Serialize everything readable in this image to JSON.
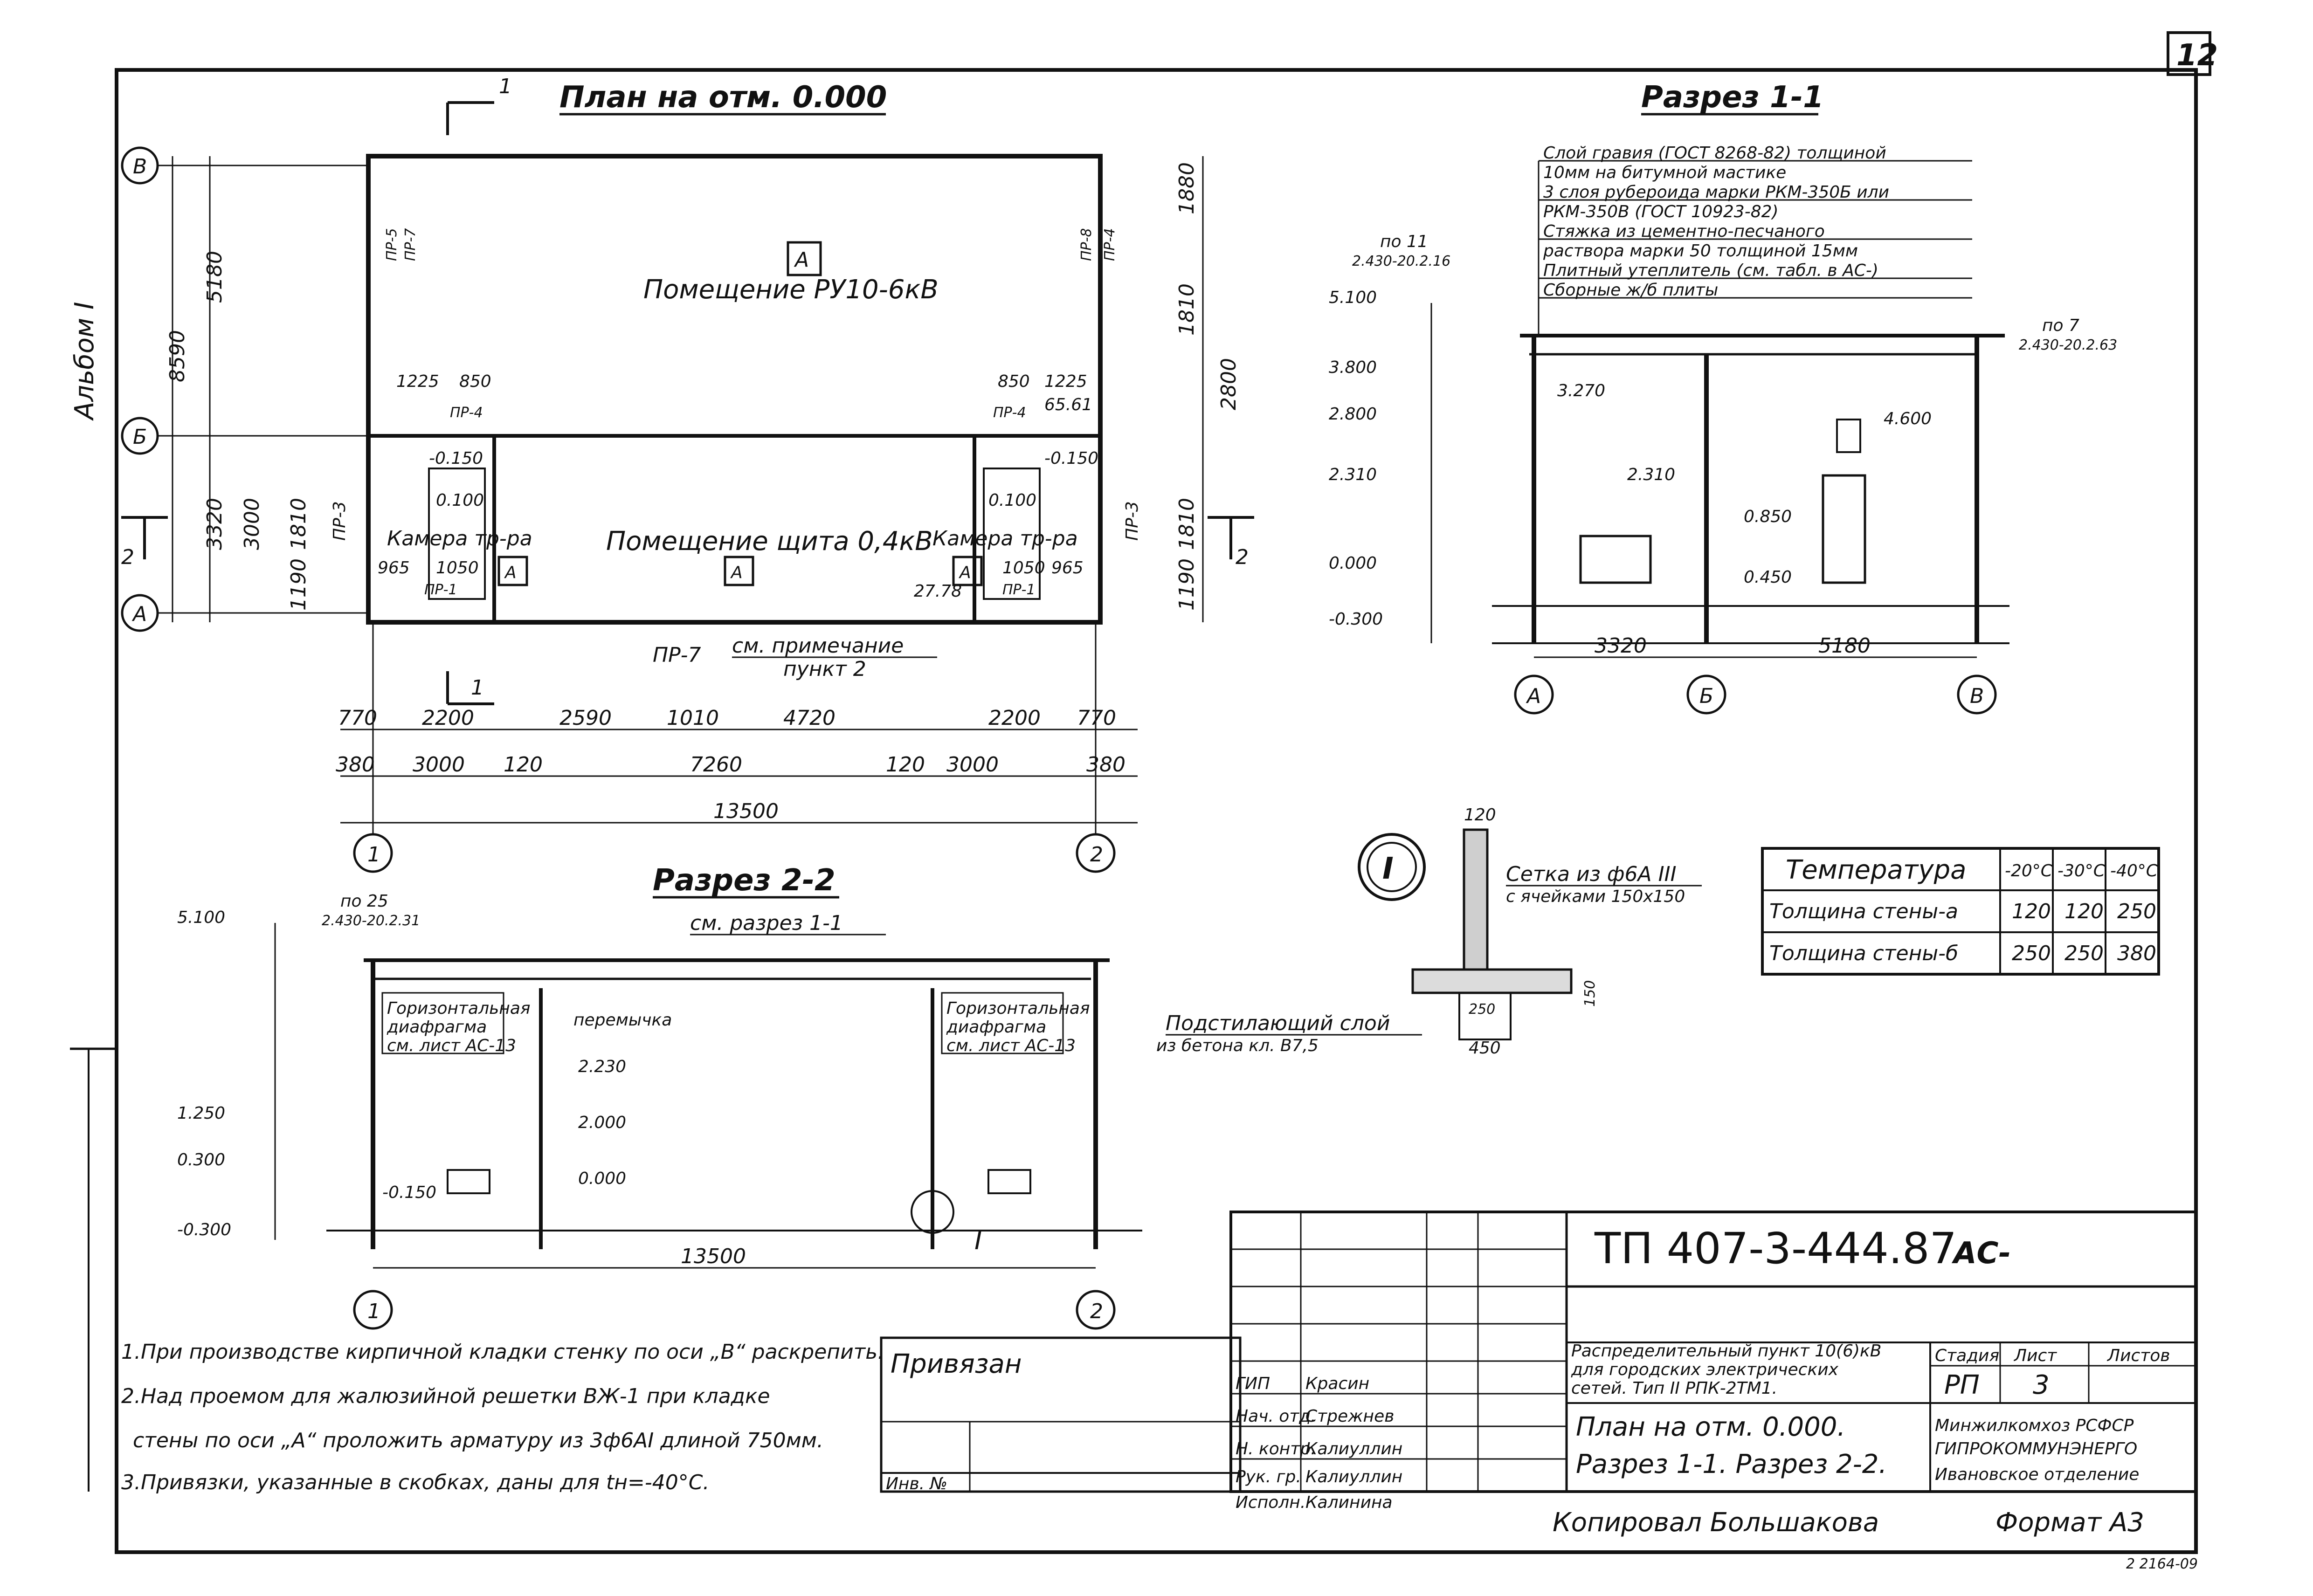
{
  "sheet": {
    "number": "12",
    "album": "Альбом I",
    "code": "ТП 407-3-444.87",
    "code_suffix": "АС-",
    "copied_by": "Копировал Большакова",
    "format": "Формат А3",
    "inv_bottom": "2 2164-09"
  },
  "plan": {
    "title": "План на отм. 0.000",
    "room_ru": "Помещение РУ10-6кВ",
    "room_board": "Помещение щита 0,4кВ",
    "cam_left": "Камера тр-ра",
    "cam_right": "Камера тр-ра",
    "box_a": "А",
    "note_pr": "ПР-7",
    "note_see": "см. примечание",
    "note_item": "пункт 2",
    "axis_b_top": "В",
    "axis_b": "Б",
    "axis_a": "А",
    "axis_1": "1",
    "axis_2": "2",
    "dims_top": [
      "770",
      "2200",
      "2590",
      "1010",
      "4720",
      "2200",
      "770"
    ],
    "dims_mid": [
      "380",
      "3000",
      "120",
      "7260",
      "120",
      "3000",
      "380"
    ],
    "dim_total": "13500",
    "dims_left": [
      "5180",
      "8590",
      "3320",
      "3000",
      "1810",
      "1190"
    ],
    "dims_right": [
      "1880",
      "1810",
      "2800",
      "1810",
      "1190"
    ],
    "marks": [
      "-0.150",
      "0.100",
      "-0.150",
      "0.100",
      "27.78",
      "65.61",
      "1225",
      "850",
      "1225",
      "850",
      "965",
      "1050",
      "1050",
      "965"
    ],
    "pr": [
      "ПР-5",
      "ПР-7",
      "ПР-8",
      "ПР-4",
      "ПР-4",
      "ПР-4",
      "ПР-3",
      "ПР-3",
      "ПР-1",
      "ПР-1"
    ],
    "section_1": "1",
    "section_2": "2"
  },
  "sec11": {
    "title": "Разрез 1-1",
    "layers": [
      "Слой гравия (ГОСТ 8268-82) толщиной",
      "10мм на битумной мастике",
      "3 слоя рубероида марки РКМ-350Б или",
      "РКМ-350В (ГОСТ 10923-82)",
      "Стяжка из цементно-песчаного",
      "раствора марки 50 толщиной 15мм",
      "Плитный утеплитель (см. табл. в АС-)",
      "Сборные ж/б плиты"
    ],
    "ref_left": "по 11",
    "ref_left_code": "2.430-20.2.16",
    "ref_right": "по 7",
    "ref_right_code": "2.430-20.2.63",
    "levels": [
      "5.100",
      "3.800",
      "2.800",
      "2.310",
      "0.000",
      "-0.300"
    ],
    "inner": [
      "3.270",
      "2.310",
      "4.600",
      "0.850",
      "0.450"
    ],
    "dims": [
      "3320",
      "5180"
    ],
    "axes": [
      "А",
      "Б",
      "В"
    ]
  },
  "sec22": {
    "title": "Разрез 2-2",
    "ref": "по 25",
    "ref_code": "2.430-20.2.31",
    "see": "см. разрез 1-1",
    "diaph_l1": "Горизонтальная",
    "diaph_l2": "диафрагма",
    "diaph_l3": "см. лист АС-13",
    "lintel": "перемычка",
    "levels": [
      "5.100",
      "1.250",
      "0.300",
      "-0.300"
    ],
    "inner": [
      "2.230",
      "2.000",
      "0.000",
      "-0.150"
    ],
    "dim_total": "13500",
    "axes": [
      "1",
      "2"
    ],
    "node": "I"
  },
  "node": {
    "label": "I",
    "mesh_l1": "Сетка из ф6А III",
    "mesh_l2": "с ячейками 150х150",
    "concrete_l1": "Подстилающий слой",
    "concrete_l2": "из бетона кл. В7,5",
    "d1": "120",
    "d2": "450",
    "d3": "250",
    "d4": "150"
  },
  "temp_table": {
    "header": [
      "Температура",
      "-20°С",
      "-30°С",
      "-40°С"
    ],
    "rows": [
      [
        "Толщина стены-а",
        "120",
        "120",
        "250"
      ],
      [
        "Толщина стены-б",
        "250",
        "250",
        "380"
      ]
    ]
  },
  "notes": [
    "1.При производстве кирпичной кладки стенку по оси „В“ раскрепить.",
    "2.Над проемом для жалюзийной решетки ВЖ-1 при кладке",
    "стены по оси „А“ проложить арматуру из 3ф6АI длиной 750мм.",
    "3.Привязки, указанные в скобках, даны для tн=-40°С."
  ],
  "stamp": {
    "privyazan": "Привязан",
    "inv": "Инв. №",
    "roles": [
      "ГИП",
      "Нач. отд.",
      "Н. контр.",
      "Рук. гр.",
      "Исполн."
    ],
    "names": [
      "Красин",
      "Стрежнев",
      "Калиуллин",
      "Калиуллин",
      "Калинина"
    ],
    "project_l1": "Распределительный пункт 10(6)кВ",
    "project_l2": "для городских электрических",
    "project_l3": "сетей. Тип II РПК-2ТМ1.",
    "sheet_l1": "План на отм. 0.000.",
    "sheet_l2": "Разрез 1-1. Разрез 2-2.",
    "col_stage": "Стадия",
    "col_sheet": "Лист",
    "col_sheets": "Листов",
    "stage": "РП",
    "sheet_no": "3",
    "org_l1": "Минжилкомхоз РСФСР",
    "org_l2": "ГИПРОКОММУНЭНЕРГО",
    "org_l3": "Ивановское отделение"
  }
}
